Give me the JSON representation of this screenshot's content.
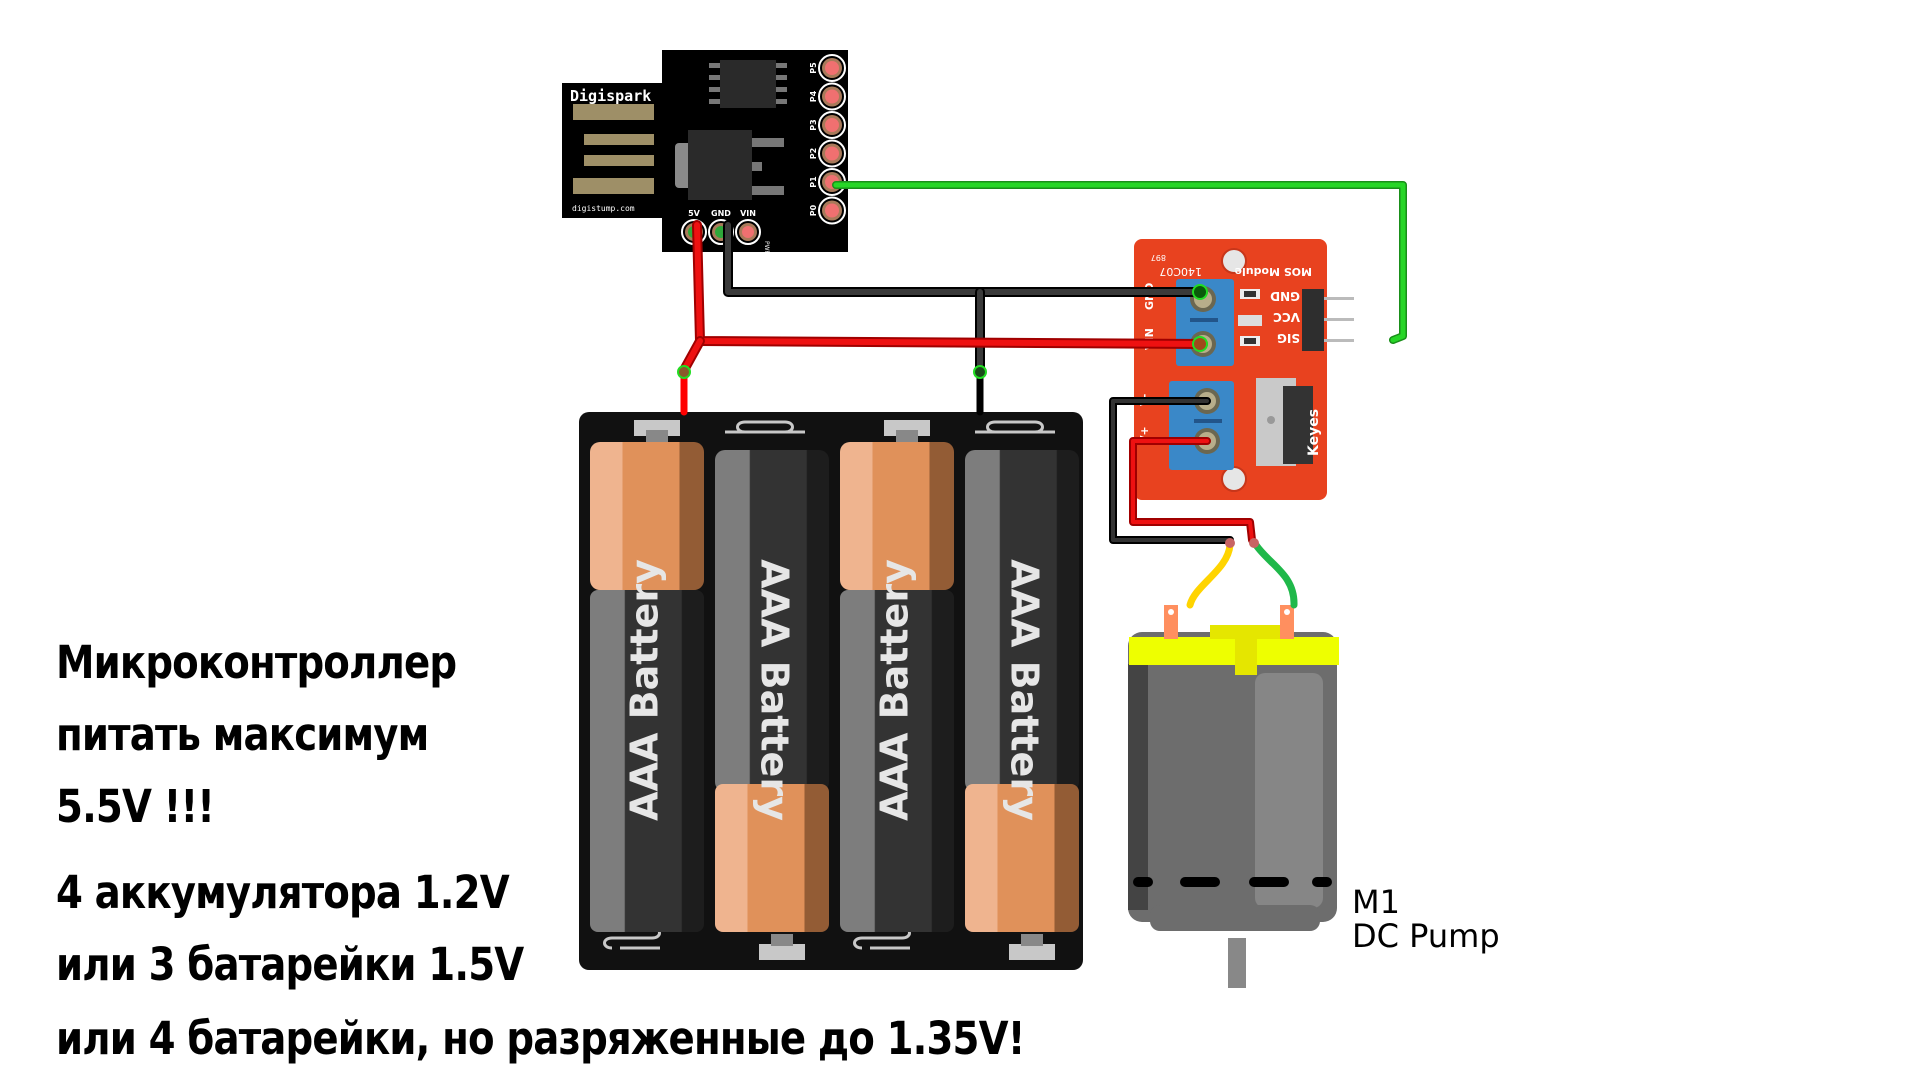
{
  "diagram": {
    "title": "Digispark MOS module DC pump wiring",
    "components": {
      "microcontroller": {
        "brand_label": "Digispark",
        "footer_label": "digistump.com",
        "io_pins": [
          "P5",
          "P4",
          "P3",
          "P2",
          "P1",
          "P0"
        ],
        "power_pins": [
          "5V",
          "GND",
          "VIN"
        ],
        "power_marker": "PWR"
      },
      "mos_module": {
        "title": "MOS Module",
        "part_code": "140C07",
        "serial": "897",
        "brand": "Keyes",
        "signal_pins": [
          "GND",
          "VCC",
          "SIG"
        ],
        "input_terminals": [
          "GND",
          "VIN"
        ],
        "output_terminals": [
          "V-",
          "V+"
        ]
      },
      "battery_pack": {
        "cell_label": "AAA Battery",
        "cell_count": 4
      },
      "motor": {
        "ref": "M1",
        "name": "DC Pump"
      }
    },
    "wires": [
      {
        "from": "Digispark P1",
        "to": "MOS SIG",
        "color": "#22cc22"
      },
      {
        "from": "Digispark 5V",
        "to": "Battery +",
        "color": "#e01010"
      },
      {
        "from": "Digispark GND",
        "to": "Battery -",
        "color": "#333333"
      },
      {
        "from": "Battery +",
        "to": "MOS VIN",
        "color": "#e01010"
      },
      {
        "from": "Battery -",
        "to": "MOS GND",
        "color": "#333333"
      },
      {
        "from": "MOS V-",
        "to": "Pump lead 1",
        "color": "#222222"
      },
      {
        "from": "MOS V+",
        "to": "Pump lead 2",
        "color": "#e01010"
      },
      {
        "from": "Pump lead 1",
        "to": "Pump terminal",
        "color": "#ffd400"
      },
      {
        "from": "Pump lead 2",
        "to": "Pump terminal",
        "color": "#1fb84a"
      }
    ],
    "notes": [
      "Микроконтроллер",
      "питать максимум",
      "5.5V !!!",
      "4 аккумулятора 1.2V",
      "или 3 батарейки 1.5V",
      "или 4 батарейки, но разряженные до 1.35V!"
    ]
  }
}
